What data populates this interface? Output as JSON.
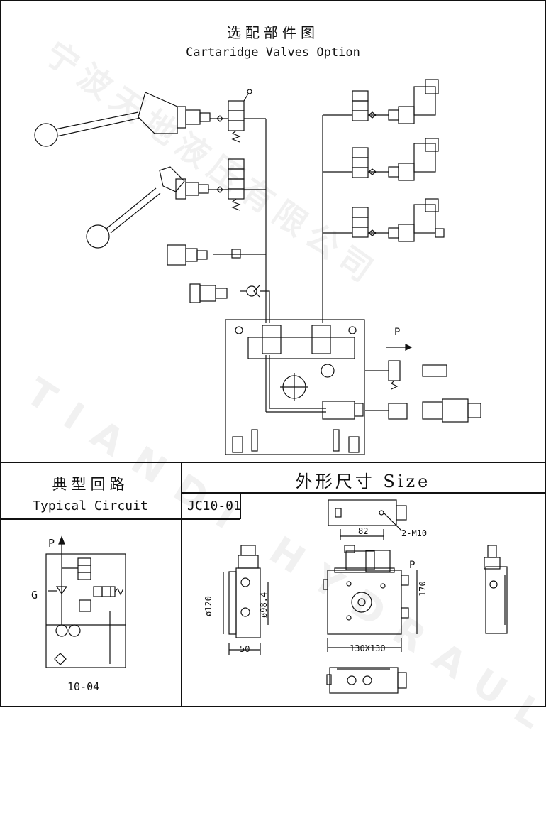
{
  "header": {
    "title_cn": "选配部件图",
    "title_en": "Cartaridge Valves Option"
  },
  "watermark": {
    "cn": "宁波天地液压有限公司",
    "en": "TIANDI HYDRAULICS"
  },
  "upper_diagram": {
    "port_label": "P"
  },
  "typical_circuit": {
    "title_cn": "典型回路",
    "title_en": "Typical Circuit",
    "port_p": "P",
    "port_g": "G",
    "code": "10-04"
  },
  "size_section": {
    "title": "外形尺寸 Size",
    "model": "JC10-01",
    "dims": {
      "d82": "82",
      "m10": "2-M10",
      "port_p": "P",
      "d170": "170",
      "d120": "ø120",
      "d98": "ø98.4",
      "d50": "50",
      "d130": "130X130"
    }
  }
}
